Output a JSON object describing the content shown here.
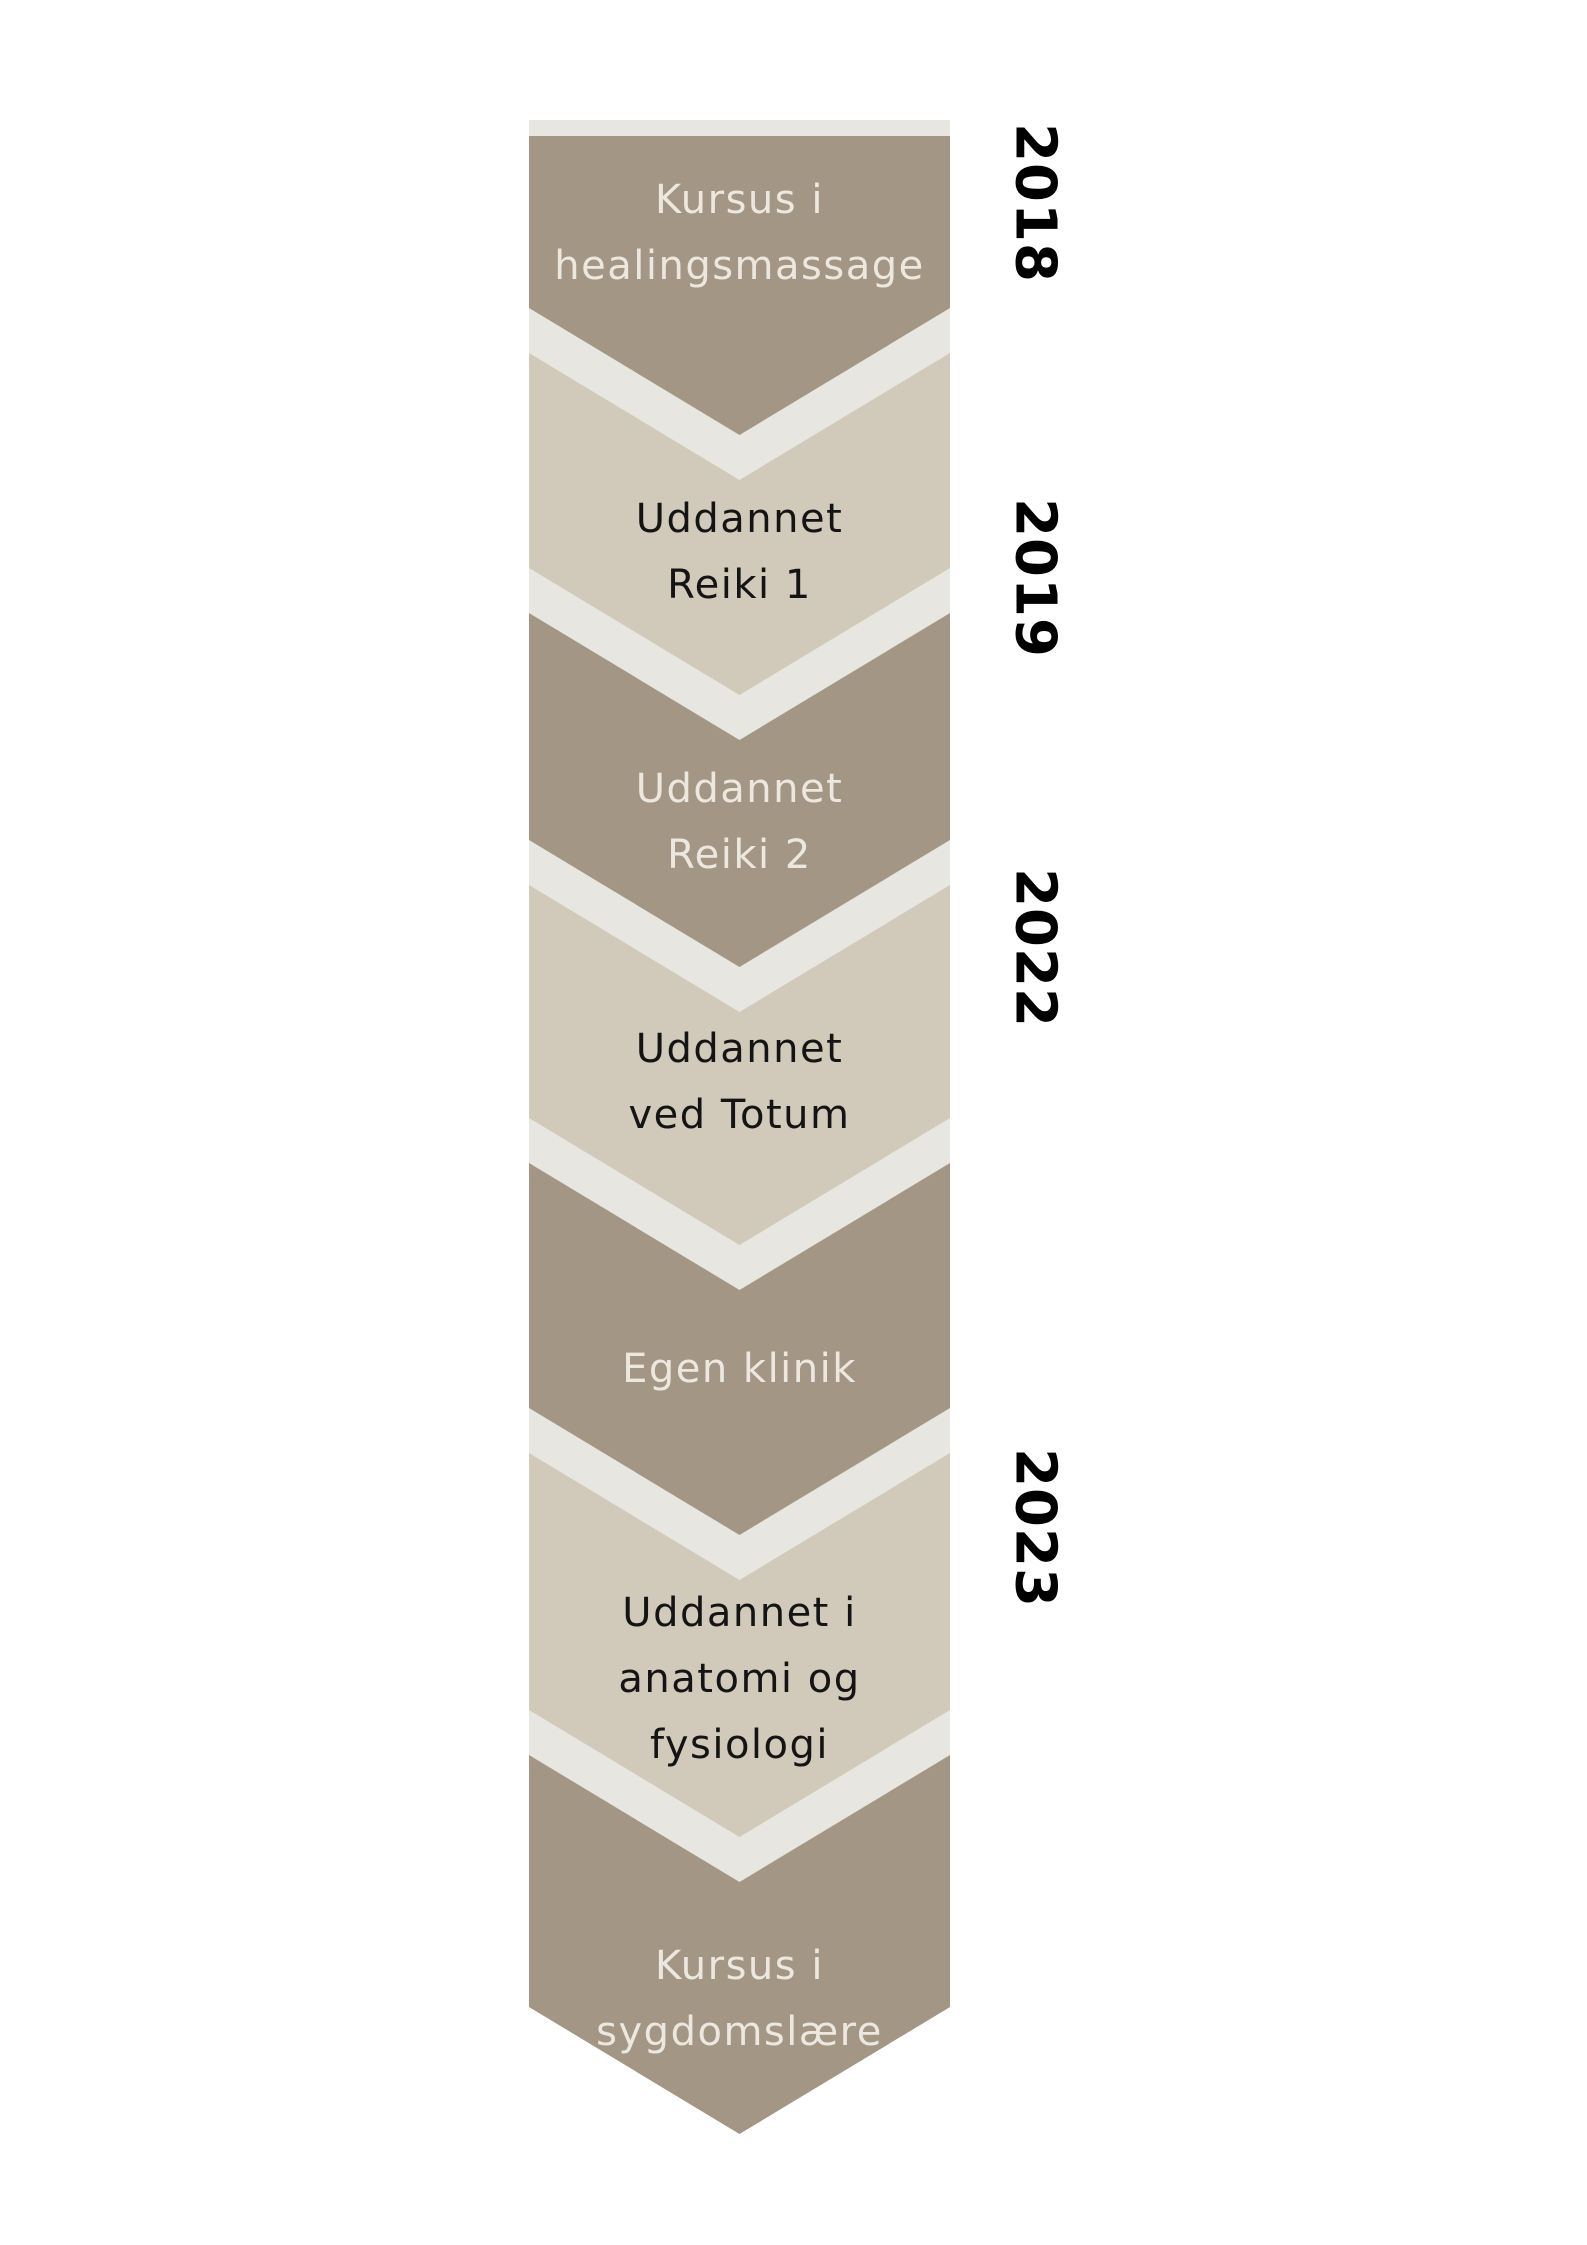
{
  "colors": {
    "dark_band": "#a39684",
    "light_band": "#d1c9b9",
    "separator": "#e8e6e1",
    "background": "#ffffff",
    "text_on_dark": "#ece8df",
    "text_on_light": "#141414",
    "year_text": "#000000"
  },
  "timeline": {
    "steps": [
      {
        "label": "Kursus i\nhealingsmassage",
        "tone": "dark"
      },
      {
        "label": "Uddannet\nReiki 1",
        "tone": "light"
      },
      {
        "label": "Uddannet\nReiki 2",
        "tone": "dark"
      },
      {
        "label": "Uddannet\nved Totum",
        "tone": "light"
      },
      {
        "label": "Egen klinik",
        "tone": "dark"
      },
      {
        "label": "Uddannet i\nanatomi og\nfysiologi",
        "tone": "light"
      },
      {
        "label": "Kursus i\nsygdomslære",
        "tone": "dark"
      }
    ],
    "years": [
      "2018",
      "2019",
      "2022",
      "2023"
    ]
  }
}
